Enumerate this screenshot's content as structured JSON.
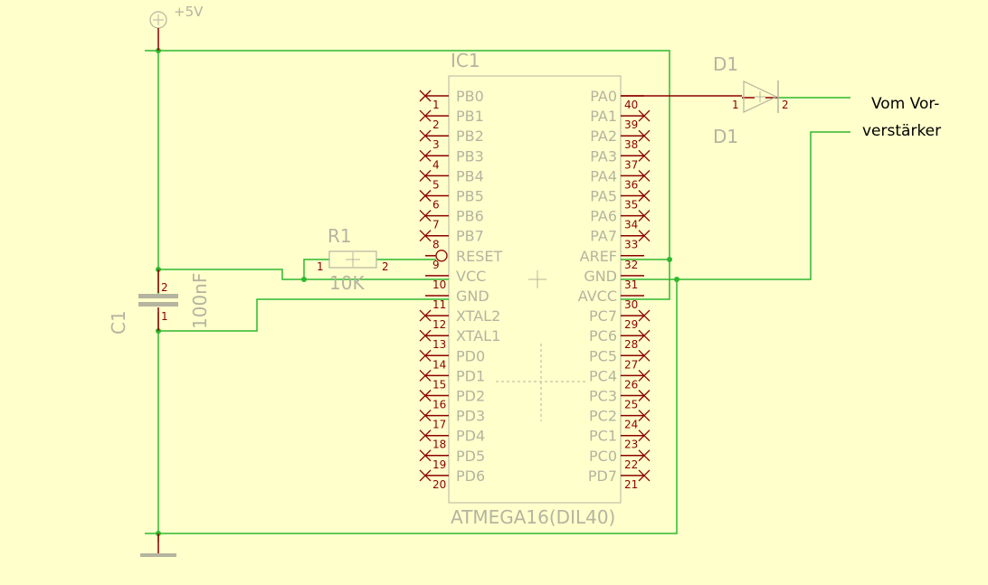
{
  "colors": {
    "background": "#ffffcc",
    "wire": "#2eb82e",
    "pin": "#8b0000",
    "body": "#b4b4a0",
    "junction": "#2eb82e",
    "label_text": "#000000"
  },
  "supply": {
    "label": "+5V"
  },
  "ic": {
    "name": "IC1",
    "value": "ATMEGA16(DIL40)",
    "left_pins": [
      {
        "num": "1",
        "name": "PB0"
      },
      {
        "num": "2",
        "name": "PB1"
      },
      {
        "num": "3",
        "name": "PB2"
      },
      {
        "num": "4",
        "name": "PB3"
      },
      {
        "num": "5",
        "name": "PB4"
      },
      {
        "num": "6",
        "name": "PB5"
      },
      {
        "num": "7",
        "name": "PB6"
      },
      {
        "num": "8",
        "name": "PB7"
      },
      {
        "num": "9",
        "name": "RESET"
      },
      {
        "num": "10",
        "name": "VCC"
      },
      {
        "num": "11",
        "name": "GND"
      },
      {
        "num": "12",
        "name": "XTAL2"
      },
      {
        "num": "13",
        "name": "XTAL1"
      },
      {
        "num": "14",
        "name": "PD0"
      },
      {
        "num": "15",
        "name": "PD1"
      },
      {
        "num": "16",
        "name": "PD2"
      },
      {
        "num": "17",
        "name": "PD3"
      },
      {
        "num": "18",
        "name": "PD4"
      },
      {
        "num": "19",
        "name": "PD5"
      },
      {
        "num": "20",
        "name": "PD6"
      }
    ],
    "right_pins": [
      {
        "num": "40",
        "name": "PA0"
      },
      {
        "num": "39",
        "name": "PA1"
      },
      {
        "num": "38",
        "name": "PA2"
      },
      {
        "num": "37",
        "name": "PA3"
      },
      {
        "num": "36",
        "name": "PA4"
      },
      {
        "num": "35",
        "name": "PA5"
      },
      {
        "num": "34",
        "name": "PA6"
      },
      {
        "num": "33",
        "name": "PA7"
      },
      {
        "num": "32",
        "name": "AREF"
      },
      {
        "num": "31",
        "name": "GND"
      },
      {
        "num": "30",
        "name": "AVCC"
      },
      {
        "num": "29",
        "name": "PC7"
      },
      {
        "num": "28",
        "name": "PC6"
      },
      {
        "num": "27",
        "name": "PC5"
      },
      {
        "num": "26",
        "name": "PC4"
      },
      {
        "num": "25",
        "name": "PC3"
      },
      {
        "num": "24",
        "name": "PC2"
      },
      {
        "num": "23",
        "name": "PC1"
      },
      {
        "num": "22",
        "name": "PC0"
      },
      {
        "num": "21",
        "name": "PD7"
      }
    ]
  },
  "resistor": {
    "name": "R1",
    "value": "10K",
    "pin1": "1",
    "pin2": "2"
  },
  "capacitor": {
    "name": "C1",
    "value": "100nF",
    "pin1": "1",
    "pin2": "2"
  },
  "diode": {
    "name": "D1",
    "name2": "D1",
    "pin1": "1",
    "pin2": "2"
  },
  "net_label": {
    "line1": "Vom Vor-",
    "line2": "verstärker"
  }
}
